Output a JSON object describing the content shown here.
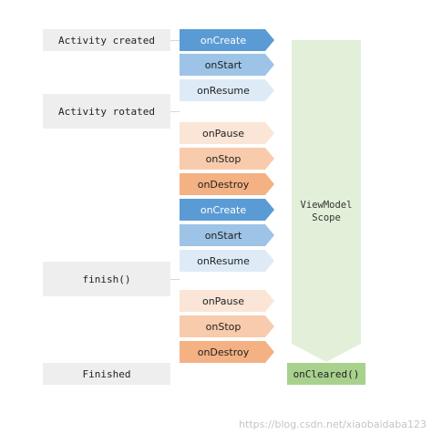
{
  "events": [
    {
      "label": "Activity created"
    },
    {
      "label": "Activity rotated"
    },
    {
      "label": "finish()"
    },
    {
      "label": "Finished"
    }
  ],
  "steps": [
    {
      "label": "onCreate",
      "fill": "#5b9bd5",
      "text": "#ffffff"
    },
    {
      "label": "onStart",
      "fill": "#9dc3e6",
      "text": "#1f1f1f"
    },
    {
      "label": "onResume",
      "fill": "#deebf7",
      "text": "#1f1f1f"
    },
    {
      "label": "onPause",
      "fill": "#fbe5d6",
      "text": "#1f1f1f"
    },
    {
      "label": "onStop",
      "fill": "#f8cbad",
      "text": "#1f1f1f"
    },
    {
      "label": "onDestroy",
      "fill": "#f4b183",
      "text": "#1f1f1f"
    },
    {
      "label": "onCreate",
      "fill": "#5b9bd5",
      "text": "#ffffff"
    },
    {
      "label": "onStart",
      "fill": "#9dc3e6",
      "text": "#1f1f1f"
    },
    {
      "label": "onResume",
      "fill": "#deebf7",
      "text": "#1f1f1f"
    },
    {
      "label": "onPause",
      "fill": "#fbe5d6",
      "text": "#1f1f1f"
    },
    {
      "label": "onStop",
      "fill": "#f8cbad",
      "text": "#1f1f1f"
    },
    {
      "label": "onDestroy",
      "fill": "#f4b183",
      "text": "#1f1f1f"
    }
  ],
  "scope": {
    "line1": "ViewModel",
    "line2": "Scope",
    "fill": "#e2f0d9"
  },
  "cleared": {
    "label": "onCleared()",
    "fill": "#a9d18e"
  },
  "watermark": "https://blog.csdn.net/xiaobaidaba123"
}
